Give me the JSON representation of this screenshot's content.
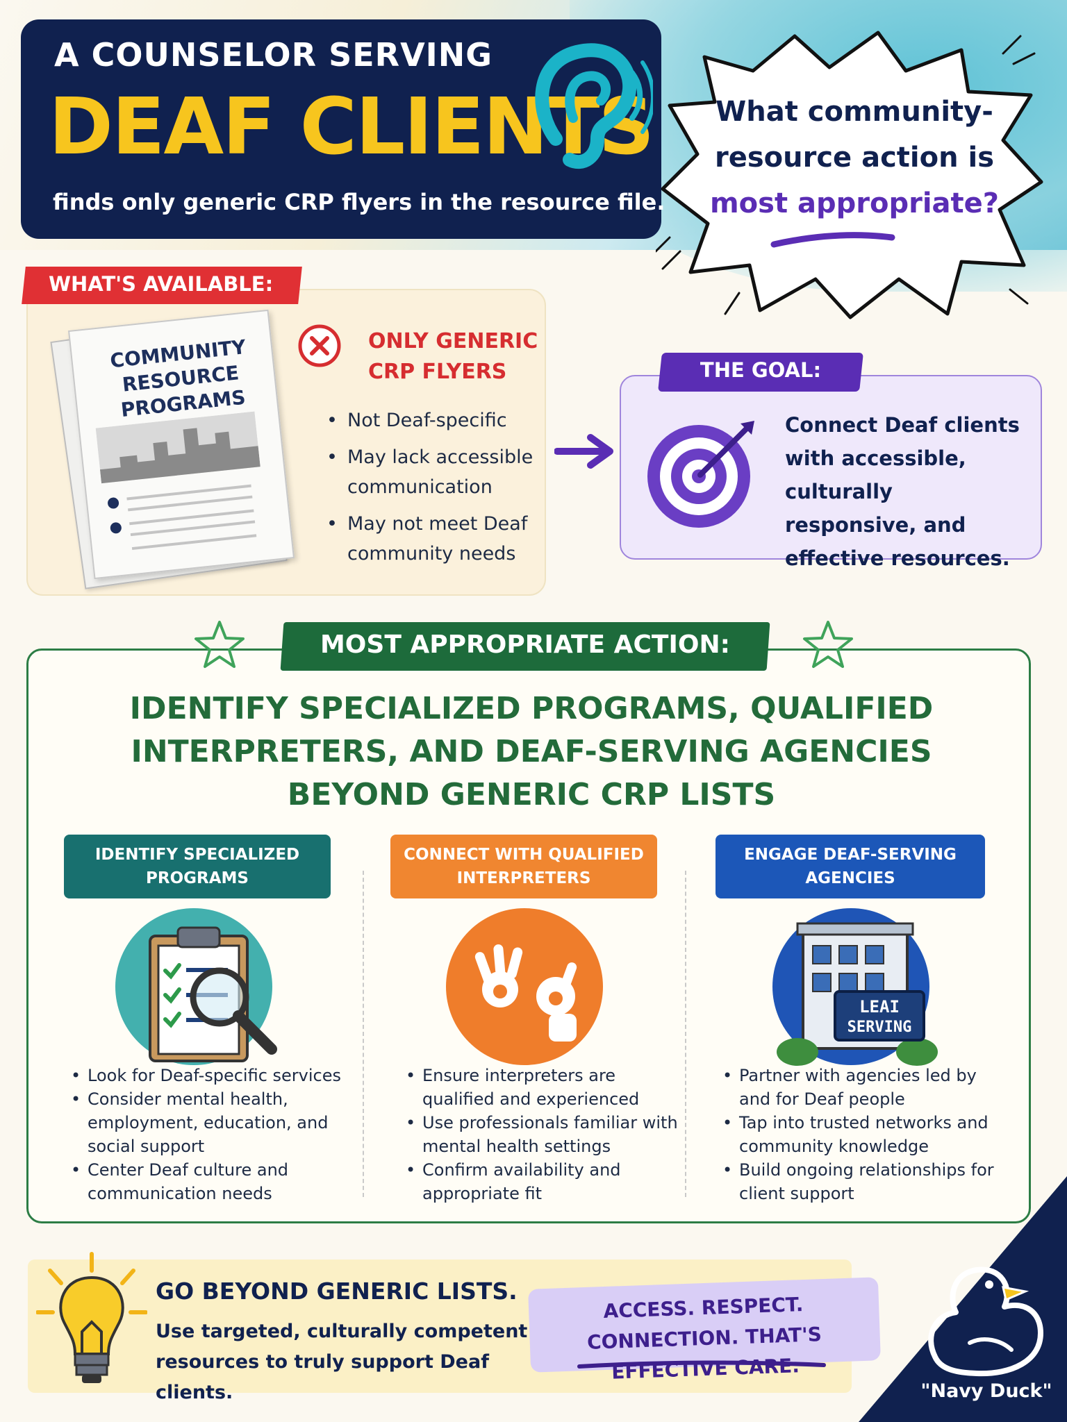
{
  "header": {
    "line1": "A COUNSELOR SERVING",
    "line2": "DEAF CLIENTS",
    "line3": "finds only generic CRP flyers in the resource file."
  },
  "question": {
    "part1": "What community-resource action is",
    "part2": "most appropriate?"
  },
  "available": {
    "tag": "WHAT'S AVAILABLE:",
    "flyer_title": "COMMUNITY RESOURCE PROGRAMS",
    "heading": "ONLY GENERIC CRP FLYERS",
    "items": [
      "Not Deaf-specific",
      "May lack accessible communication",
      "May not meet Deaf community needs"
    ]
  },
  "goal": {
    "tag": "THE GOAL:",
    "text": "Connect Deaf clients with accessible, culturally responsive, and effective resources."
  },
  "action": {
    "tag": "MOST APPROPRIATE ACTION:",
    "text": "IDENTIFY SPECIALIZED PROGRAMS, QUALIFIED INTERPRETERS, AND DEAF-SERVING AGENCIES BEYOND GENERIC CRP LISTS",
    "columns": [
      {
        "title": "IDENTIFY SPECIALIZED PROGRAMS",
        "items": [
          "Look for Deaf-specific services",
          "Consider mental health, employment, education, and social support",
          "Center Deaf culture and communication needs"
        ]
      },
      {
        "title": "CONNECT WITH QUALIFIED INTERPRETERS",
        "items": [
          "Ensure interpreters are qualified and experienced",
          "Use professionals familiar with mental health settings",
          "Confirm availability and appropriate fit"
        ]
      },
      {
        "title": "ENGAGE DEAF-SERVING AGENCIES",
        "sign_text": [
          "LEAI",
          "SERVING"
        ],
        "items": [
          "Partner with agencies led by and for Deaf people",
          "Tap into trusted networks and community knowledge",
          "Build ongoing relationships for client support"
        ]
      }
    ]
  },
  "footer": {
    "heading": "GO BEYOND GENERIC LISTS.",
    "text": "Use targeted, culturally competent resources to truly support Deaf clients.",
    "slogan": "ACCESS. RESPECT. CONNECTION. THAT'S EFFECTIVE CARE.",
    "brand": "\"Navy Duck\""
  },
  "icons": [
    "ear-icon",
    "x-circle-icon",
    "arrow-right-icon",
    "target-icon",
    "star-icon",
    "clipboard-magnifier-icon",
    "sign-language-hands-icon",
    "building-icon",
    "lightbulb-icon",
    "duck-icon"
  ],
  "colors": {
    "navy": "#10214f",
    "yellow": "#f7c51e",
    "red": "#e03034",
    "purple": "#5a2db4",
    "green": "#1d6b3b",
    "teal": "#18706f",
    "orange": "#f08630",
    "blue": "#1c57b8"
  }
}
